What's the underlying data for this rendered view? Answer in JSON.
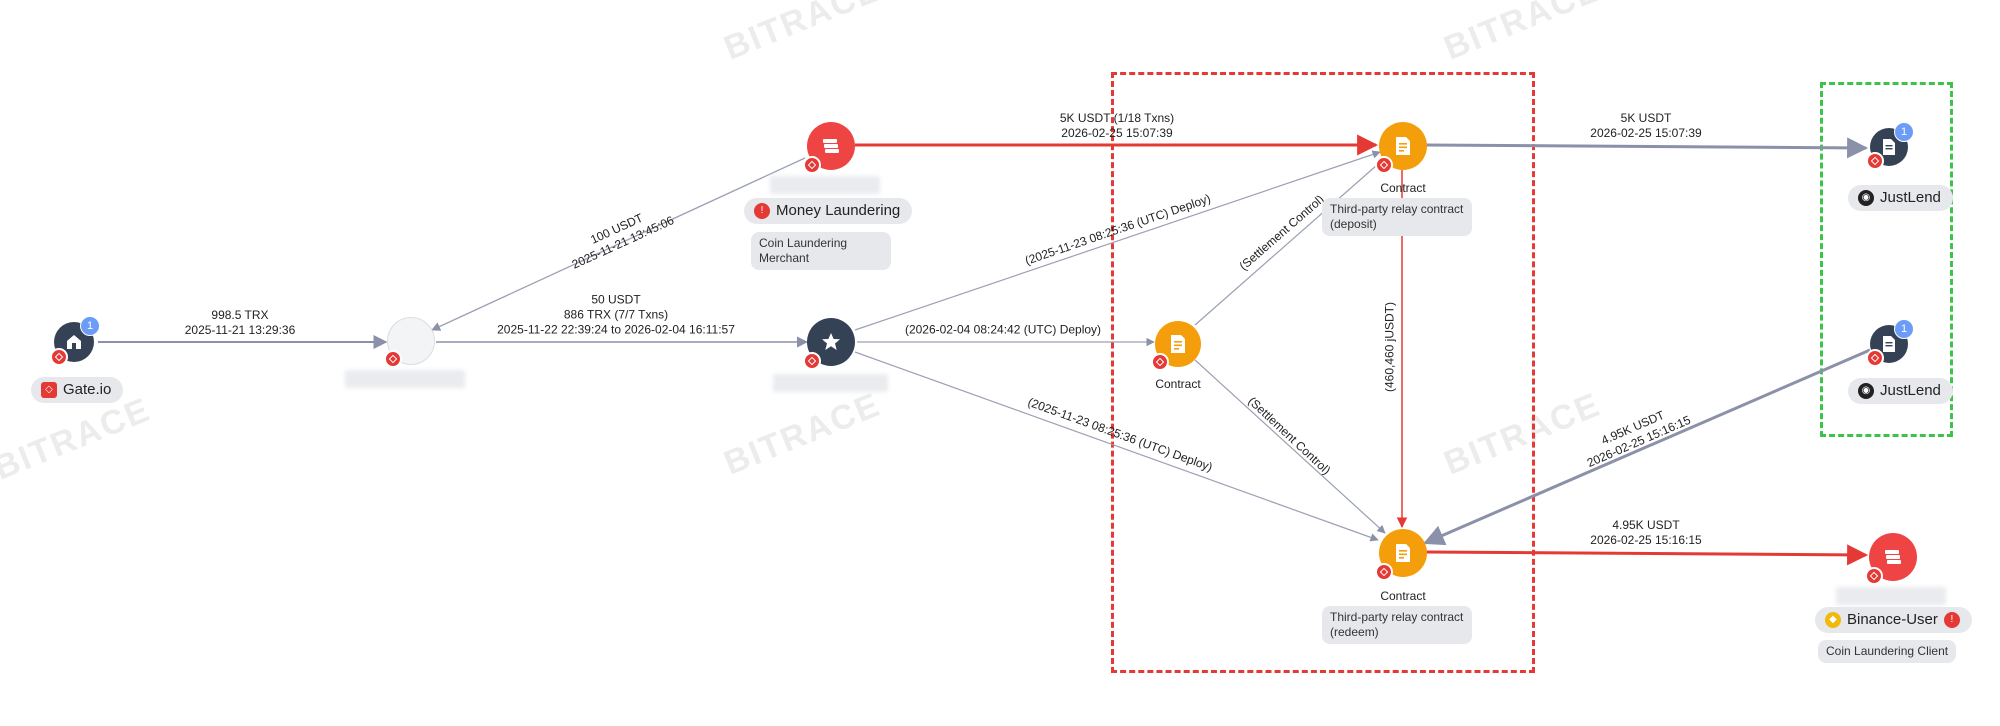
{
  "nodes": {
    "gateio": {
      "label": "Gate.io",
      "count": "1"
    },
    "money_laundering": {
      "tag": "Money Laundering",
      "sub": "Coin Laundering Merchant"
    },
    "contract_deposit": {
      "title": "Contract",
      "sub": "Third-party relay contract (deposit)"
    },
    "contract_mid": {
      "title": "Contract"
    },
    "contract_redeem": {
      "title": "Contract",
      "sub": "Third-party relay contract (redeem)"
    },
    "justlend_top": {
      "label": "JustLend",
      "count": "1"
    },
    "justlend_bottom": {
      "label": "JustLend",
      "count": "1"
    },
    "binance": {
      "label": "Binance-User",
      "sub": "Coin Laundering Client"
    }
  },
  "edges": {
    "gate_to_addr": {
      "line1": "998.5 TRX",
      "line2": "2025-11-21 13:29:36"
    },
    "ml_to_addr": {
      "line1": "100 USDT",
      "line2": "2025-11-21 13:45:06"
    },
    "addr_to_star": {
      "line1": "50 USDT",
      "line2": "886 TRX (7/7 Txns)",
      "line3": "2025-11-22 22:39:24 to 2026-02-04 16:11:57"
    },
    "ml_to_deposit": {
      "line1": "5K USDT (1/18 Txns)",
      "line2": "2026-02-25 15:07:39"
    },
    "star_to_deposit": {
      "line1": "(2025-11-23 08:25:36 (UTC) Deploy)"
    },
    "star_to_mid": {
      "line1": "(2026-02-04 08:24:42 (UTC) Deploy)"
    },
    "star_to_redeem": {
      "line1": "(2025-11-23 08:25:36 (UTC) Deploy)"
    },
    "mid_to_deposit": {
      "line1": "(Settlement Control)"
    },
    "mid_to_redeem": {
      "line1": "(Settlement Control)"
    },
    "deposit_to_redeem": {
      "line1": "(460,460 jUSDT)"
    },
    "deposit_to_justlend": {
      "line1": "5K USDT",
      "line2": "2026-02-25 15:07:39"
    },
    "justlend_to_redeem": {
      "line1": "4.95K USDT",
      "line2": "2026-02-25 15:16:15"
    },
    "redeem_to_binance": {
      "line1": "4.95K USDT",
      "line2": "2026-02-25 15:16:15"
    }
  },
  "watermark": "BITRACE",
  "colors": {
    "red": "#e53935",
    "grey_edge": "#8a91a8",
    "thin_edge": "#9aa0b4",
    "green_box": "#3cc44a",
    "orange": "#f59e0b",
    "dark_node": "#354256"
  },
  "icons": {
    "gateio": "gate-logo-icon",
    "money_laundering": "money-stack-icon",
    "contract": "document-icon",
    "star": "star-icon",
    "justlend": "justlend-logo-icon",
    "binance": "binance-logo-icon",
    "risk": "risk-flag-icon",
    "tron": "tron-chain-icon"
  }
}
